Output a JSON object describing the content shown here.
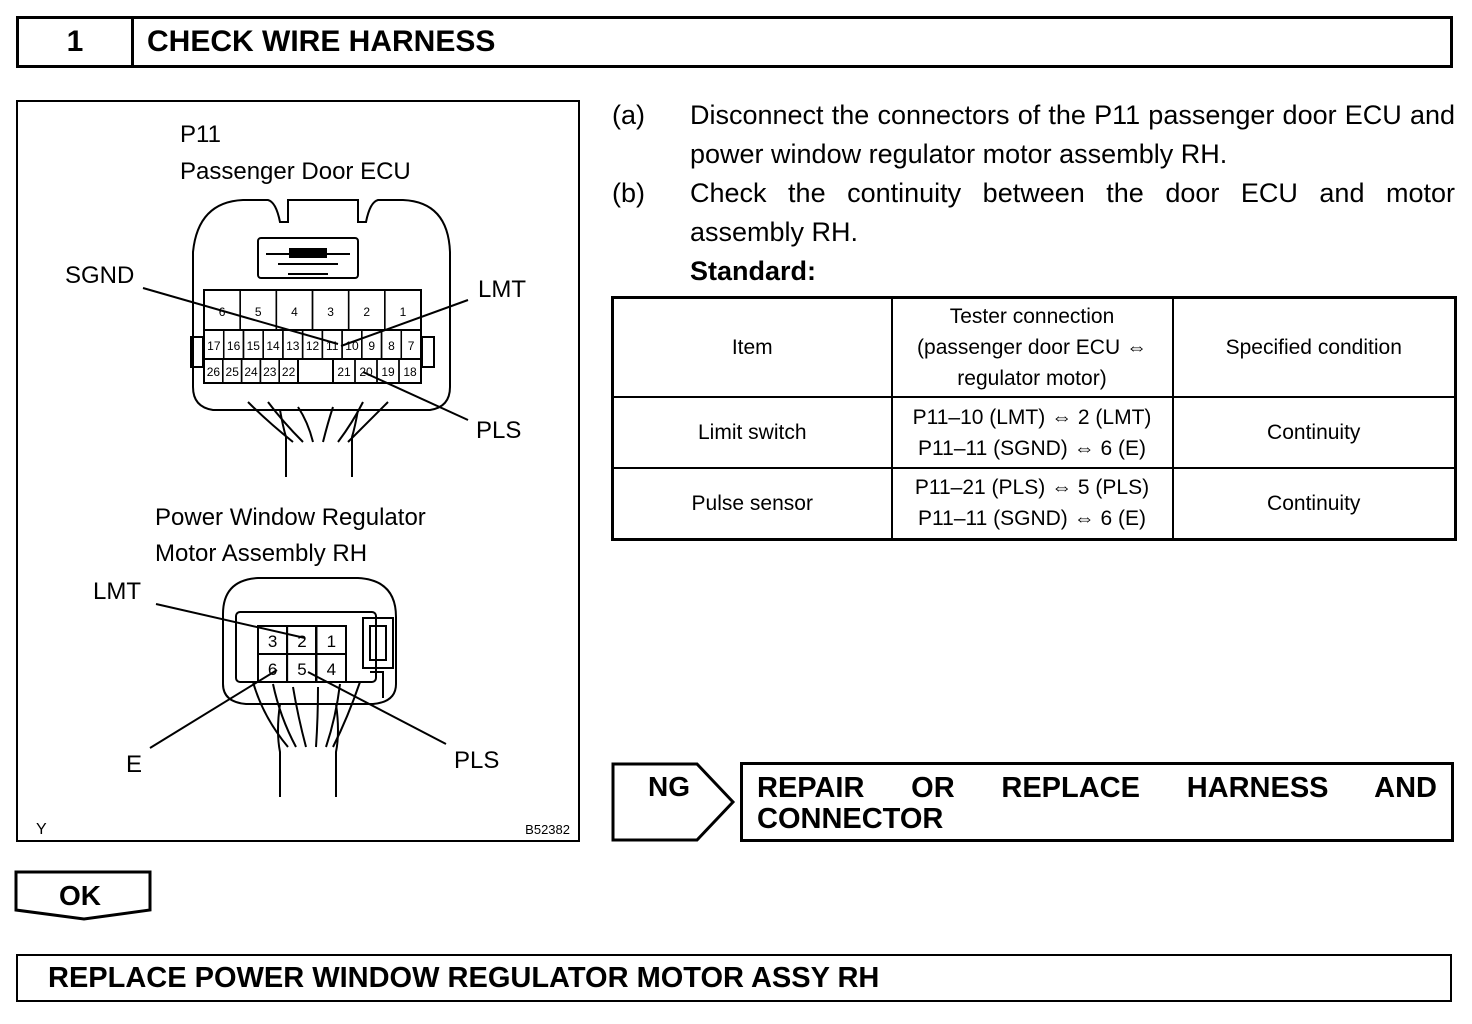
{
  "header": {
    "step_number": "1",
    "title": "CHECK WIRE HARNESS"
  },
  "figure": {
    "ecu": {
      "code": "P11",
      "name": "Passenger Door ECU",
      "labels": {
        "sgnd": "SGND",
        "lmt": "LMT",
        "pls": "PLS"
      },
      "pins_row1": [
        "6",
        "5",
        "4",
        "3",
        "2",
        "1"
      ],
      "pins_row2": [
        "17",
        "16",
        "15",
        "14",
        "13",
        "12",
        "11",
        "10",
        "9",
        "8",
        "7"
      ],
      "pins_row3_left": [
        "26",
        "25",
        "24",
        "23",
        "22"
      ],
      "pins_row3_right": [
        "21",
        "20",
        "19",
        "18"
      ]
    },
    "motor": {
      "name_line1": "Power Window Regulator",
      "name_line2": "Motor Assembly RH",
      "labels": {
        "lmt": "LMT",
        "e": "E",
        "pls": "PLS"
      },
      "pins_row1": [
        "3",
        "2",
        "1"
      ],
      "pins_row2": [
        "6",
        "5",
        "4"
      ]
    },
    "corner_left": "Y",
    "figure_id": "B52382"
  },
  "steps": [
    {
      "label": "(a)",
      "text": "Disconnect the connectors of the P11 passenger door ECU and power window regulator motor assembly RH."
    },
    {
      "label": "(b)",
      "text": "Check the continuity between the door ECU and motor assembly RH."
    }
  ],
  "standard_label": "Standard:",
  "table": {
    "headers": {
      "item": "Item",
      "tester_line1": "Tester connection",
      "tester_line2": "(passenger door ECU ⇔",
      "tester_line3": "regulator motor)",
      "condition": "Specified condition"
    },
    "rows": [
      {
        "item": "Limit switch",
        "conn1": "P11–10 (LMT) ⇔ 2 (LMT)",
        "conn2": "P11–11 (SGND) ⇔ 6 (E)",
        "condition": "Continuity"
      },
      {
        "item": "Pulse sensor",
        "conn1": "P11–21 (PLS) ⇔ 5 (PLS)",
        "conn2": "P11–11 (SGND) ⇔ 6 (E)",
        "condition": "Continuity"
      }
    ]
  },
  "ng": {
    "label": "NG",
    "line1": "REPAIR OR REPLACE HARNESS AND",
    "line2": "CONNECTOR"
  },
  "ok": {
    "label": "OK"
  },
  "final_action": "REPLACE POWER WINDOW REGULATOR MOTOR ASSY RH"
}
